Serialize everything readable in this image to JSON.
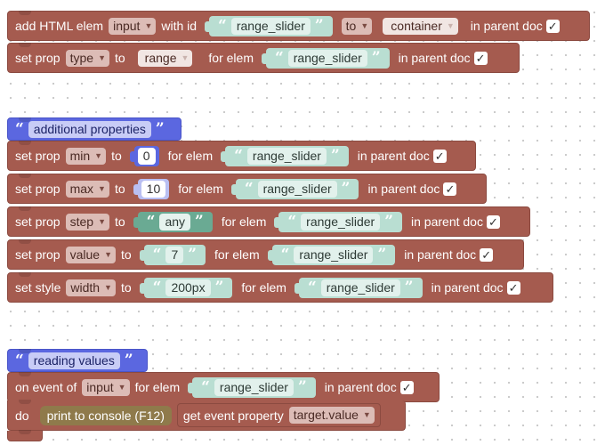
{
  "row1": {
    "prefix": "add HTML elem",
    "elem_type": "input",
    "with_id": "with id",
    "id_value": "range_slider",
    "to": "to",
    "target": "container",
    "suffix": "in parent doc",
    "checked": "✓"
  },
  "row2": {
    "prefix": "set prop",
    "prop": "type",
    "to": "to",
    "value": "range",
    "for_elem": "for elem",
    "elem": "range_slider",
    "suffix": "in parent doc",
    "checked": "✓"
  },
  "comment1": {
    "text": "additional properties"
  },
  "props": [
    {
      "prefix": "set prop",
      "prop": "min",
      "to": "to",
      "value": "0",
      "kind": "number",
      "for_elem": "for elem",
      "elem": "range_slider",
      "suffix": "in parent doc",
      "checked": "✓"
    },
    {
      "prefix": "set prop",
      "prop": "max",
      "to": "to",
      "value": "10",
      "kind": "number",
      "for_elem": "for elem",
      "elem": "range_slider",
      "suffix": "in parent doc",
      "checked": "✓"
    },
    {
      "prefix": "set prop",
      "prop": "step",
      "to": "to",
      "value": "any",
      "kind": "string-dark",
      "for_elem": "for elem",
      "elem": "range_slider",
      "suffix": "in parent doc",
      "checked": "✓"
    },
    {
      "prefix": "set prop",
      "prop": "value",
      "to": "to",
      "value": "7",
      "kind": "string",
      "for_elem": "for elem",
      "elem": "range_slider",
      "suffix": "in parent doc",
      "checked": "✓"
    },
    {
      "prefix": "set style",
      "prop": "width",
      "to": "to",
      "value": "200px",
      "kind": "string",
      "for_elem": "for elem",
      "elem": "range_slider",
      "suffix": "in parent doc",
      "checked": "✓"
    }
  ],
  "comment2": {
    "text": "reading values"
  },
  "event": {
    "prefix": "on event of",
    "event_name": "input",
    "for_elem": "for elem",
    "elem": "range_slider",
    "suffix": "in parent doc",
    "checked": "✓",
    "do_label": "do",
    "print_label": "print to console (F12)",
    "get_label": "get event property",
    "property": "target.value"
  },
  "glyphs": {
    "open_quote": "“",
    "close_quote": "”",
    "caret": "▼"
  }
}
